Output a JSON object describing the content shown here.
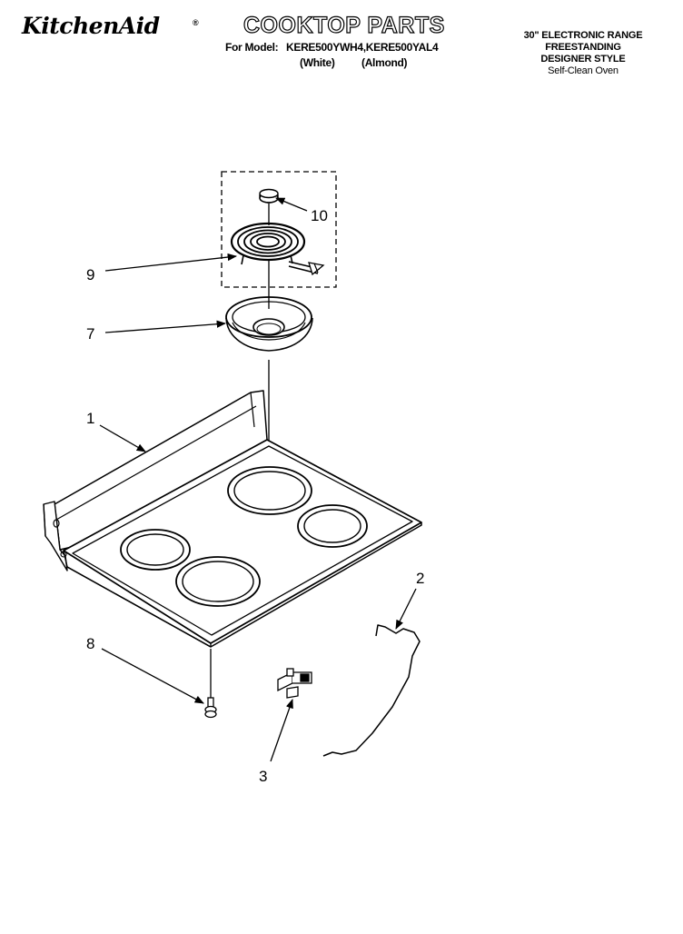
{
  "header": {
    "brand": "KitchenAid",
    "brand_mark": "®",
    "title": "COOKTOP PARTS",
    "model_prefix": "For Model:",
    "models": "KERE500YWH4,KERE500YAL4",
    "color_white": "(White)",
    "color_almond": "(Almond)"
  },
  "right_info": {
    "line1": "30\" ELECTRONIC RANGE",
    "line2": "FREESTANDING",
    "line3": "DESIGNER STYLE",
    "line4": "Self-Clean Oven"
  },
  "callouts": {
    "c1": "1",
    "c2": "2",
    "c3": "3",
    "c7": "7",
    "c8": "8",
    "c9": "9",
    "c10": "10"
  }
}
